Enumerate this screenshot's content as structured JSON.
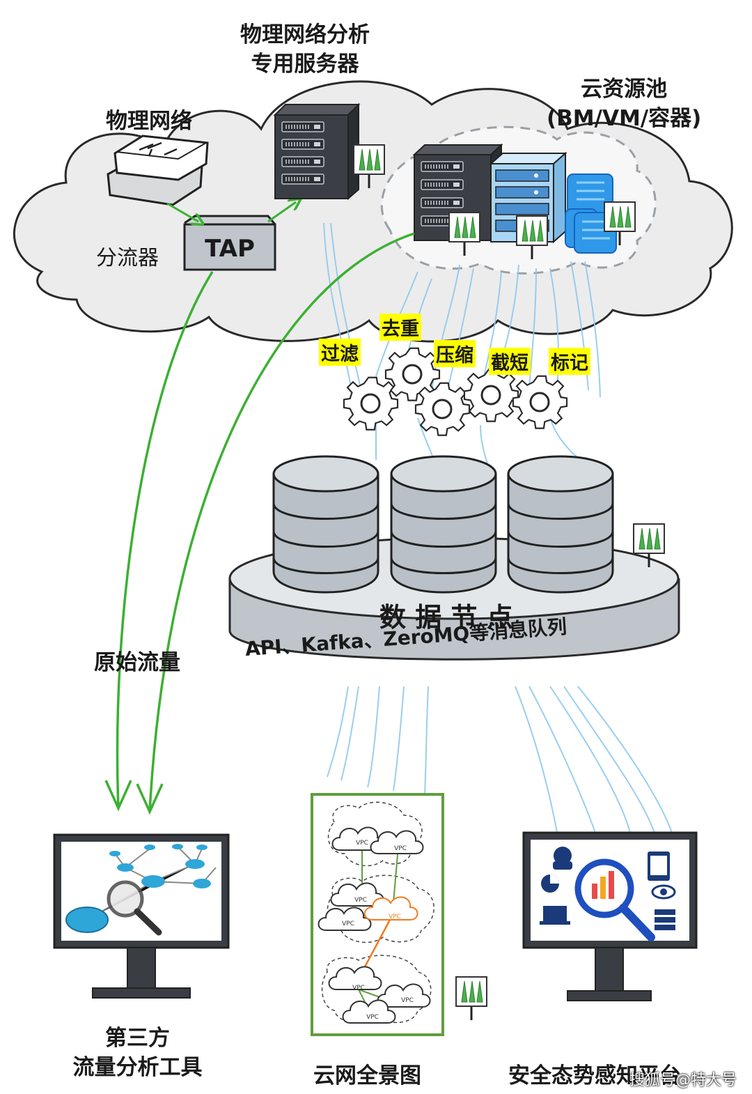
{
  "labels": {
    "physical_network": "物理网络",
    "analysis_server_line1": "物理网络分析",
    "analysis_server_line2": "专用服务器",
    "cloud_pool_line1": "云资源池",
    "cloud_pool_line2": "(BM/VM/容器)",
    "tap_device": "TAP",
    "splitter": "分流器",
    "raw_traffic": "原始流量",
    "data_node": "数 据 节 点",
    "data_node_queue": "API、Kafka、ZeroMQ等消息队列",
    "third_party_line1": "第三方",
    "third_party_line2": "流量分析工具",
    "cloud_map": "云网全景图",
    "security_platform": "安全态势感知平台"
  },
  "operations": [
    "过滤",
    "去重",
    "压缩",
    "截短",
    "标记"
  ],
  "vpc_label": "VPC",
  "watermark": "搜狐号@特大号",
  "colors": {
    "green_arrow": "#3cb033",
    "blue_stream": "#8ec9ef",
    "highlight": "#ffff00",
    "server_dark": "#3b3f45",
    "server_blue": "#a9d6f5",
    "container_blue": "#2f98e8",
    "disk_gray": "#b9c0c7",
    "orange_vpc": "#f07b1f"
  },
  "icons": [
    "switch-icon",
    "tap-icon",
    "server-icon",
    "gear-icon",
    "database-icon",
    "monitor-icon",
    "tree-sign-icon",
    "vpc-cloud-icon",
    "magnifier-icon",
    "eye-icon",
    "pie-chart-icon",
    "laptop-icon",
    "tablet-icon",
    "hacker-icon"
  ]
}
